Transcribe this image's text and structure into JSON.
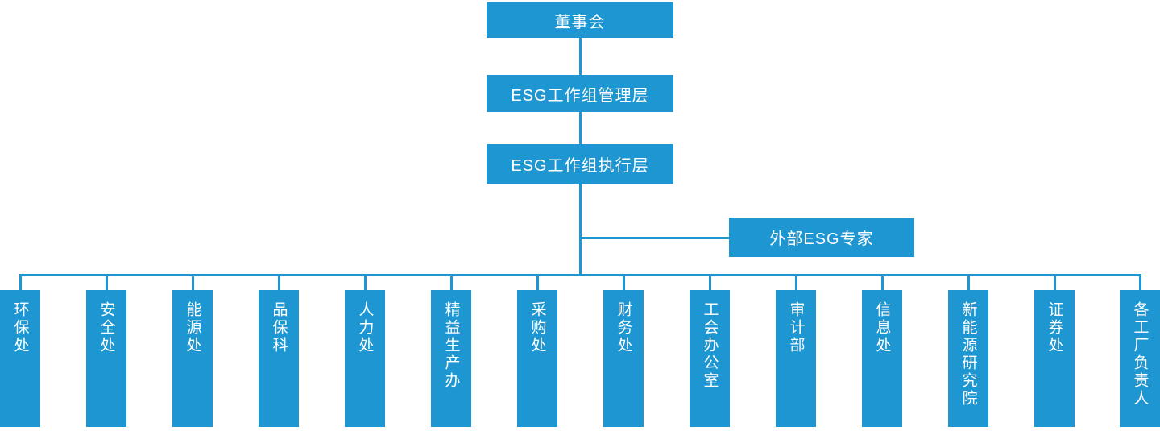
{
  "org_chart": {
    "colors": {
      "primary_blue": "#1E96D2",
      "label_text": "#FFFFFF",
      "background": "#FFFFFF"
    },
    "top_nodes": {
      "board": {
        "label": "董事会"
      },
      "esg_management": {
        "label": "ESG工作组管理层"
      },
      "esg_execution": {
        "label": "ESG工作组执行层"
      }
    },
    "side_node": {
      "label": "外部ESG专家"
    },
    "departments": [
      {
        "label": "环保处"
      },
      {
        "label": "安全处"
      },
      {
        "label": "能源处"
      },
      {
        "label": "品保科"
      },
      {
        "label": "人力处"
      },
      {
        "label": "精益生产办"
      },
      {
        "label": "采购处"
      },
      {
        "label": "财务处"
      },
      {
        "label": "工会办公室"
      },
      {
        "label": "审计部"
      },
      {
        "label": "信息处"
      },
      {
        "label": "新能源研究院"
      },
      {
        "label": "证券处"
      },
      {
        "label": "各工厂负责人"
      }
    ]
  }
}
